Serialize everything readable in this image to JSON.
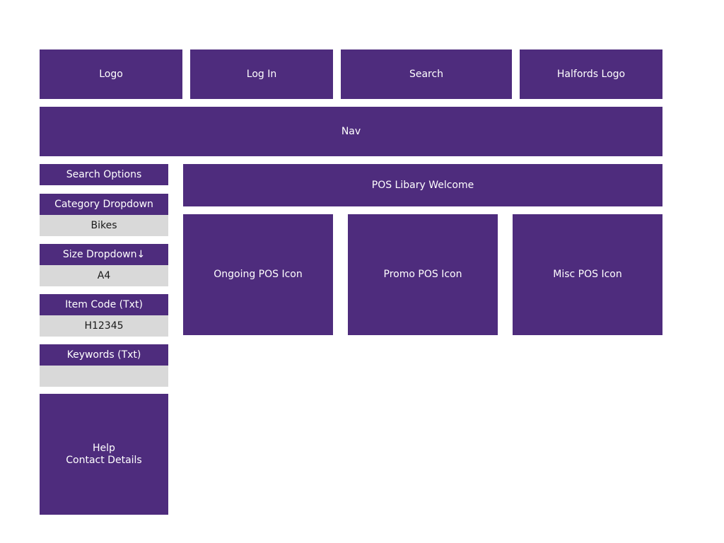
{
  "header": {
    "logo": "Logo",
    "login": "Log In",
    "search": "Search",
    "halfords_logo": "Halfords Logo"
  },
  "nav": {
    "label": "Nav"
  },
  "sidebar": {
    "search_options": "Search Options",
    "category": {
      "label": "Category Dropdown",
      "value": "Bikes"
    },
    "size": {
      "label": "Size Dropdown↓",
      "value": "A4"
    },
    "item_code": {
      "label": "Item Code (Txt)",
      "value": "H12345"
    },
    "keywords": {
      "label": "Keywords (Txt)",
      "value": ""
    },
    "help": "Help\nContact Details"
  },
  "main": {
    "welcome": "POS Libary Welcome",
    "tiles": [
      {
        "label": "Ongoing POS Icon"
      },
      {
        "label": "Promo POS Icon"
      },
      {
        "label": "Misc POS Icon"
      }
    ]
  },
  "colors": {
    "block": "#4e2c7d",
    "field": "#d9d9d9",
    "background": "#ffffff"
  }
}
